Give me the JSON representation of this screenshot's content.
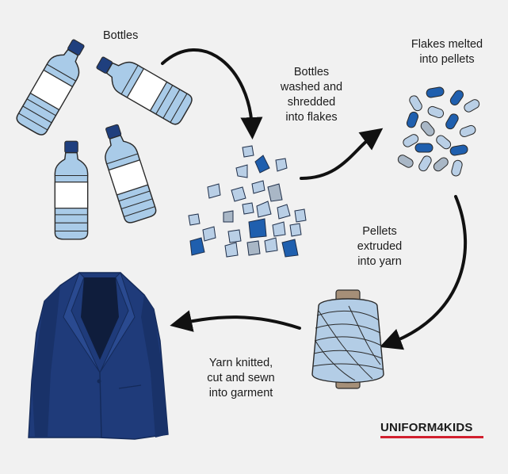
{
  "labels": {
    "bottles": "Bottles",
    "washed": "Bottles\nwashed and\nshredded\ninto flakes",
    "melted": "Flakes melted\ninto pellets",
    "extruded": "Pellets\nextruded\ninto yarn",
    "knitted": "Yarn knitted,\ncut and sewn\ninto garment"
  },
  "logo": {
    "text": "UNIFORM4KIDS"
  },
  "colors": {
    "background": "#f1f1f1",
    "navy": "#1f3b7a",
    "flake_light": "#b9cfe6",
    "flake_grey": "#a9b7c6",
    "flake_blue": "#1f5fae",
    "bottle_body": "#a9cbe8",
    "cap": "#1f3f7e",
    "yarn": "#b3cde6",
    "spool": "#a58f78",
    "arrow": "#111111",
    "logo_underline": "#d2202f"
  },
  "icons": [
    "bottle-icon",
    "flake-icon",
    "pellet-icon",
    "yarn-spool-icon",
    "blazer-icon",
    "curved-arrow-icon"
  ]
}
